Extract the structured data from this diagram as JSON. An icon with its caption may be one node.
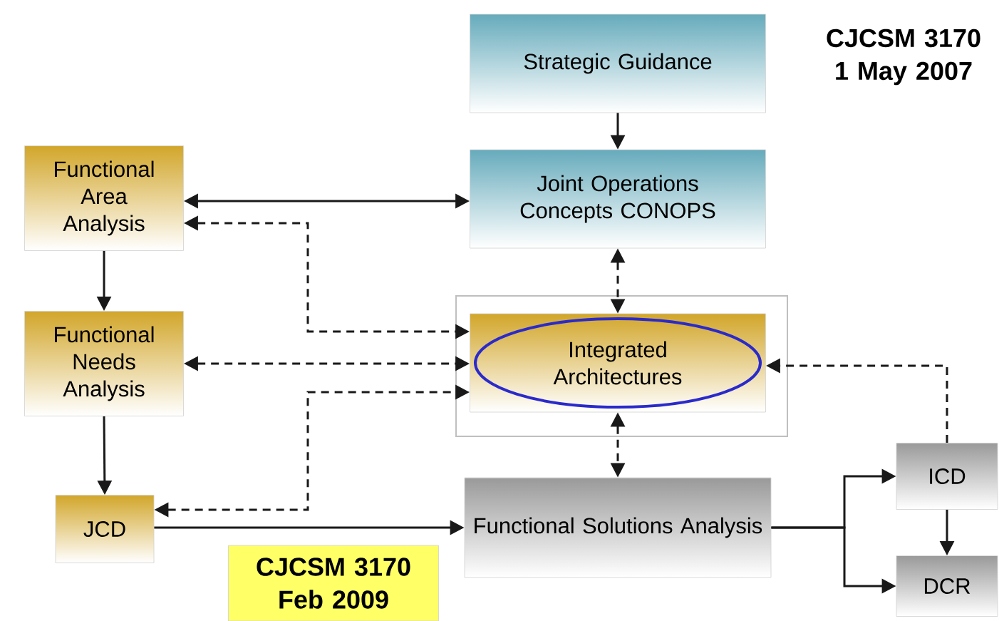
{
  "diagram": {
    "nodes": [
      {
        "text": [
          "Strategic Guidance"
        ]
      },
      {
        "text": [
          "Joint Operations Concepts CONOPS"
        ]
      },
      {
        "text": [
          "Functional Area Analysis"
        ]
      },
      {
        "text": [
          "Functional Needs Analysis"
        ]
      },
      {
        "text": [
          "Integrated Architectures"
        ]
      },
      {
        "text": [
          "JCD"
        ]
      },
      {
        "text": [
          "Functional Solutions Analysis"
        ]
      },
      {
        "text": [
          "ICD"
        ]
      },
      {
        "text": [
          "DCR"
        ]
      },
      {
        "text": [
          "CJCSM 3170 Feb 2009"
        ]
      }
    ],
    "edges": [
      {
        "from": 0,
        "to": 1,
        "arrow": "to"
      },
      {
        "from": 2,
        "to": 1,
        "arrow": "both"
      },
      {
        "from": 1,
        "to": 4,
        "arrow": "both",
        "style": "dashed"
      },
      {
        "from": 2,
        "to": 4,
        "arrow": "both",
        "style": "dashed"
      },
      {
        "from": 3,
        "to": 4,
        "arrow": "both",
        "style": "dashed"
      },
      {
        "from": 2,
        "to": 3,
        "arrow": "to"
      },
      {
        "from": 3,
        "to": 5,
        "arrow": "to"
      },
      {
        "from": 5,
        "to": 4,
        "arrow": "both",
        "style": "dashed"
      },
      {
        "from": 4,
        "to": 6,
        "arrow": "both",
        "style": "dashed"
      },
      {
        "from": 5,
        "to": 6,
        "arrow": "to"
      },
      {
        "from": 6,
        "to": 7,
        "arrow": "to"
      },
      {
        "from": 6,
        "to": 8,
        "arrow": "to"
      },
      {
        "from": 7,
        "to": 8,
        "arrow": "to"
      },
      {
        "from": 7,
        "to": 4,
        "arrow": "to",
        "style": "dashed"
      }
    ],
    "labels": [
      "CJCSM 3170 1 May 2007"
    ]
  }
}
